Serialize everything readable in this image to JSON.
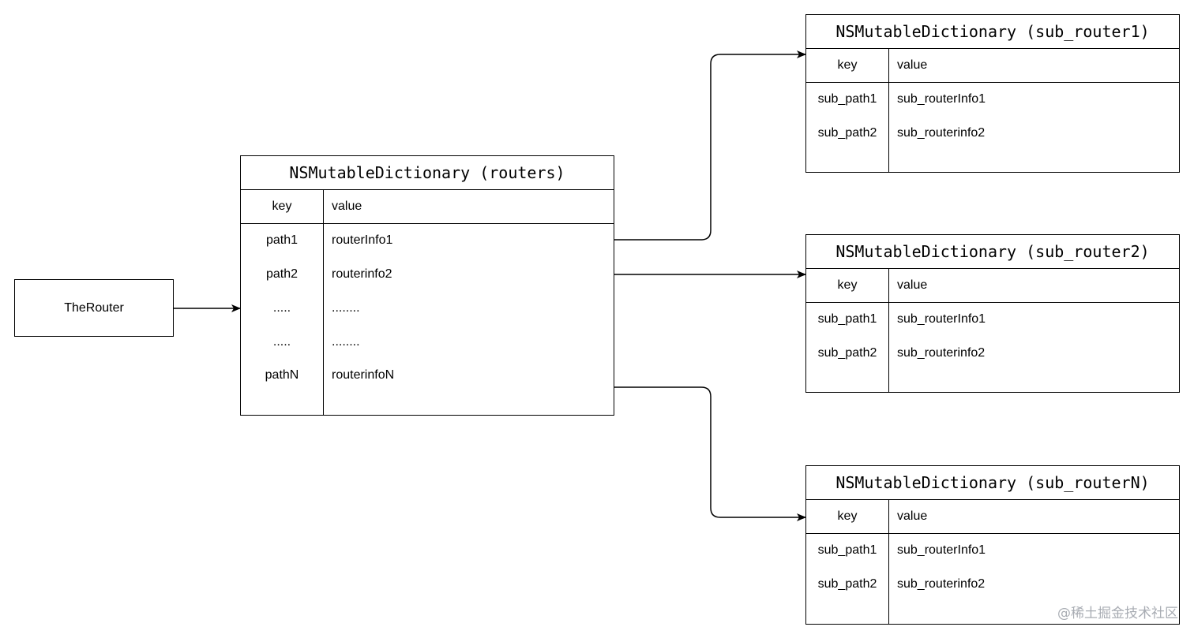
{
  "router": {
    "label": "TheRouter"
  },
  "main_dict": {
    "title": "NSMutableDictionary (routers)",
    "key_header": "key",
    "value_header": "value",
    "rows": [
      {
        "key": "path1",
        "value": "routerInfo1"
      },
      {
        "key": "path2",
        "value": "routerinfo2"
      },
      {
        "key": ".....",
        "value": "........"
      },
      {
        "key": ".....",
        "value": "........"
      },
      {
        "key": "pathN",
        "value": "routerinfoN"
      }
    ]
  },
  "sub_dicts": [
    {
      "title": "NSMutableDictionary (sub_router1)",
      "key_header": "key",
      "value_header": "value",
      "rows": [
        {
          "key": "sub_path1",
          "value": "sub_routerInfo1"
        },
        {
          "key": "sub_path2",
          "value": "sub_routerinfo2"
        }
      ]
    },
    {
      "title": "NSMutableDictionary (sub_router2)",
      "key_header": "key",
      "value_header": "value",
      "rows": [
        {
          "key": "sub_path1",
          "value": "sub_routerInfo1"
        },
        {
          "key": "sub_path2",
          "value": "sub_routerinfo2"
        }
      ]
    },
    {
      "title": "NSMutableDictionary (sub_routerN)",
      "key_header": "key",
      "value_header": "value",
      "rows": [
        {
          "key": "sub_path1",
          "value": "sub_routerInfo1"
        },
        {
          "key": "sub_path2",
          "value": "sub_routerinfo2"
        }
      ]
    }
  ],
  "watermark": "@稀土掘金技术社区",
  "colors": {
    "stroke": "#000000",
    "background": "#ffffff",
    "watermark": "#a8acb3"
  }
}
